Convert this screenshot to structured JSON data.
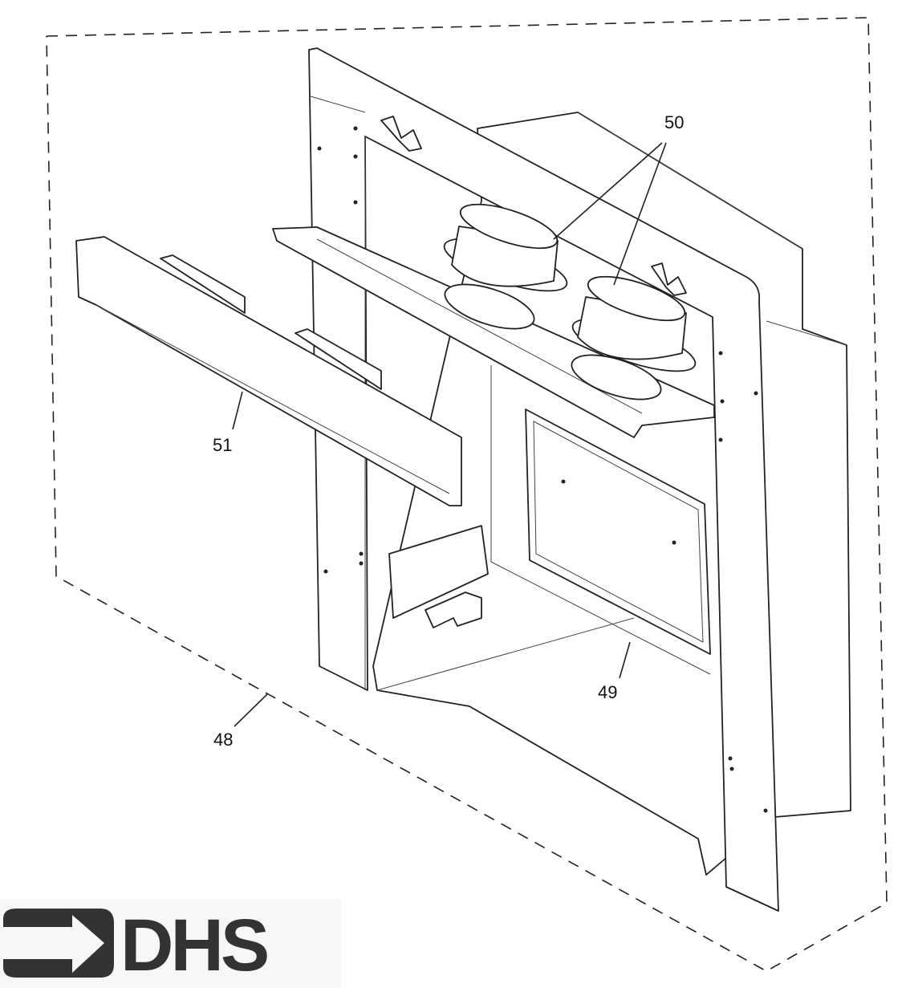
{
  "callouts": {
    "c48": "48",
    "c49": "49",
    "c50": "50",
    "c51": "51"
  },
  "logo": {
    "text": "DHS"
  },
  "colors": {
    "line": "#222222",
    "logo": "#333333"
  }
}
